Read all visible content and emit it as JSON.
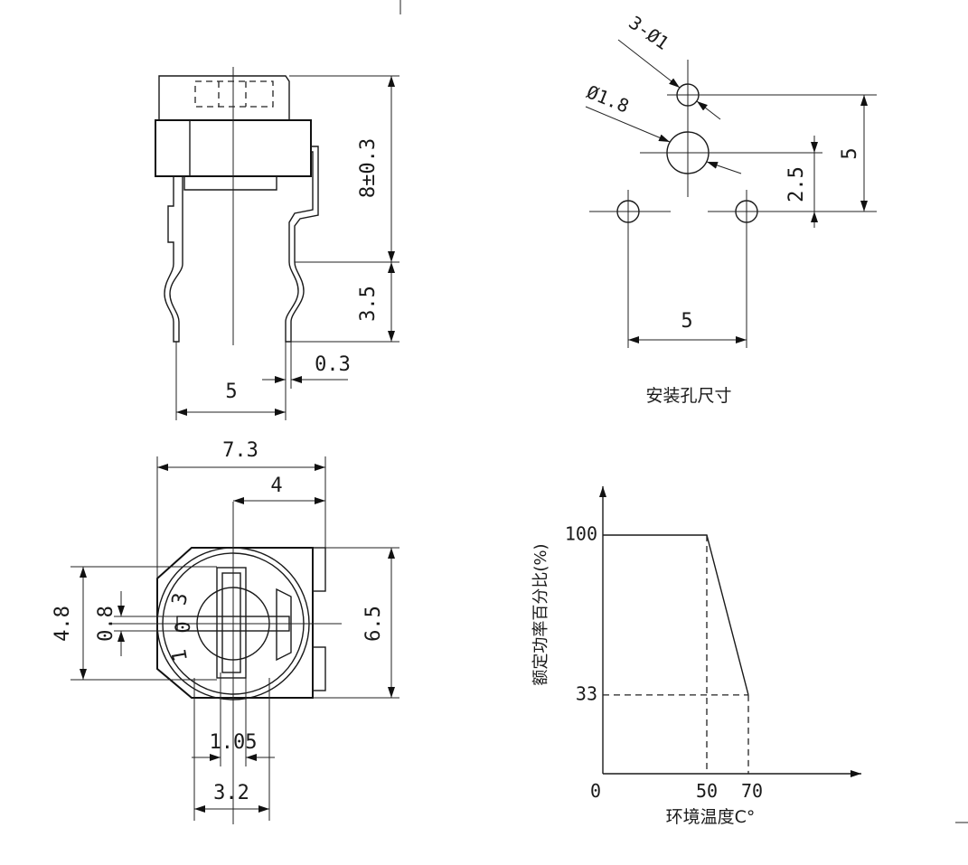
{
  "side_view": {
    "dim_height_body": "8±0.3",
    "dim_pin_length": "3.5",
    "dim_pin_thickness": "0.3",
    "dim_pin_spacing": "5"
  },
  "mounting_holes": {
    "dim_small_holes": "3-Ø1",
    "dim_center_hole": "Ø1.8",
    "dim_vertical_total": "5",
    "dim_vertical_half": "2.5",
    "dim_horizontal": "5",
    "caption": "安装孔尺寸"
  },
  "top_view": {
    "dim_width_total": "7.3",
    "dim_width_partial": "4",
    "dim_height_right": "6.5",
    "dim_height_left": "4.8",
    "dim_slot": "0.8",
    "dim_slot_width": "1.05",
    "dim_knob_width": "3.2",
    "dial_marks": [
      "3",
      "0",
      "1"
    ]
  },
  "derating_chart": {
    "y_axis_label": "额定功率百分比(%)",
    "x_axis_label": "环境温度C°",
    "y_tick_high": "100",
    "y_tick_low": "33",
    "x_tick_origin": "0",
    "x_tick_mid": "50",
    "x_tick_high": "70"
  },
  "chart_data": {
    "type": "line",
    "title": "",
    "xlabel": "环境温度C°",
    "ylabel": "额定功率百分比(%)",
    "series": [
      {
        "x": [
          0,
          50,
          70
        ],
        "values": [
          100,
          100,
          33
        ]
      }
    ],
    "x_ticks": [
      0,
      50,
      70
    ],
    "y_ticks": [
      33,
      100
    ],
    "xlim": [
      0,
      70
    ],
    "ylim": [
      0,
      100
    ],
    "grid": false
  }
}
